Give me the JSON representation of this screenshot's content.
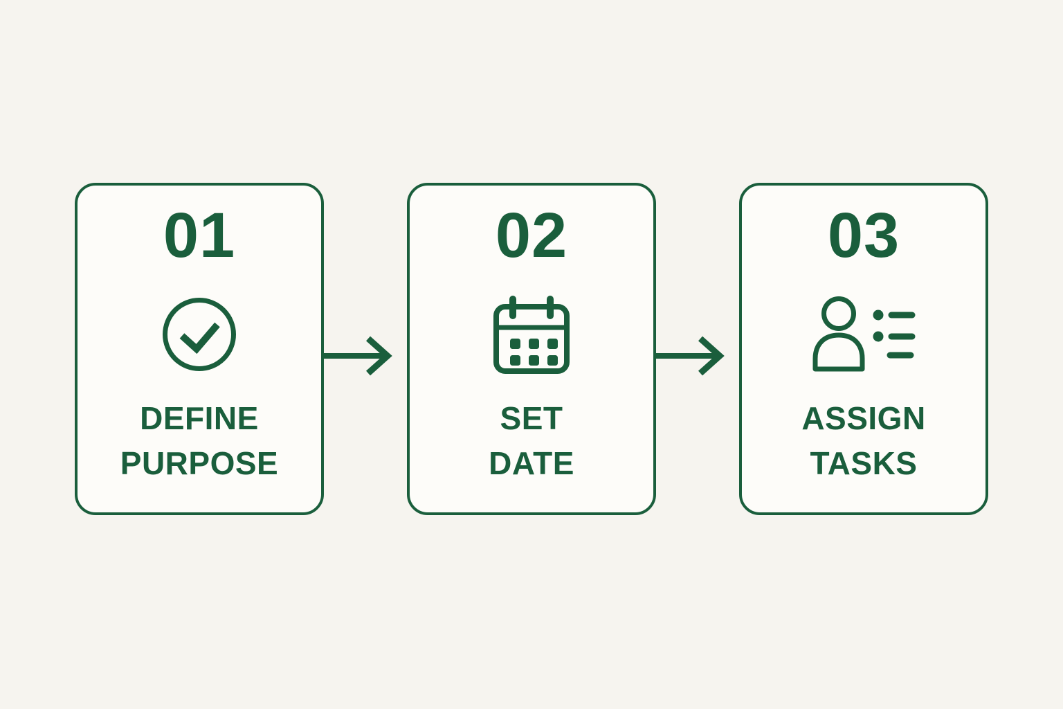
{
  "colors": {
    "green": "#1a5e3c",
    "background": "#f6f4ef",
    "card_bg": "#fdfcf9"
  },
  "steps": [
    {
      "number": "01",
      "icon": "check-circle-icon",
      "label_line1": "DEFINE",
      "label_line2": "PURPOSE"
    },
    {
      "number": "02",
      "icon": "calendar-icon",
      "label_line1": "SET",
      "label_line2": "DATE"
    },
    {
      "number": "03",
      "icon": "person-tasks-icon",
      "label_line1": "ASSIGN",
      "label_line2": "TASKS"
    }
  ],
  "connectors": [
    {
      "type": "arrow-right"
    },
    {
      "type": "arrow-right"
    }
  ]
}
